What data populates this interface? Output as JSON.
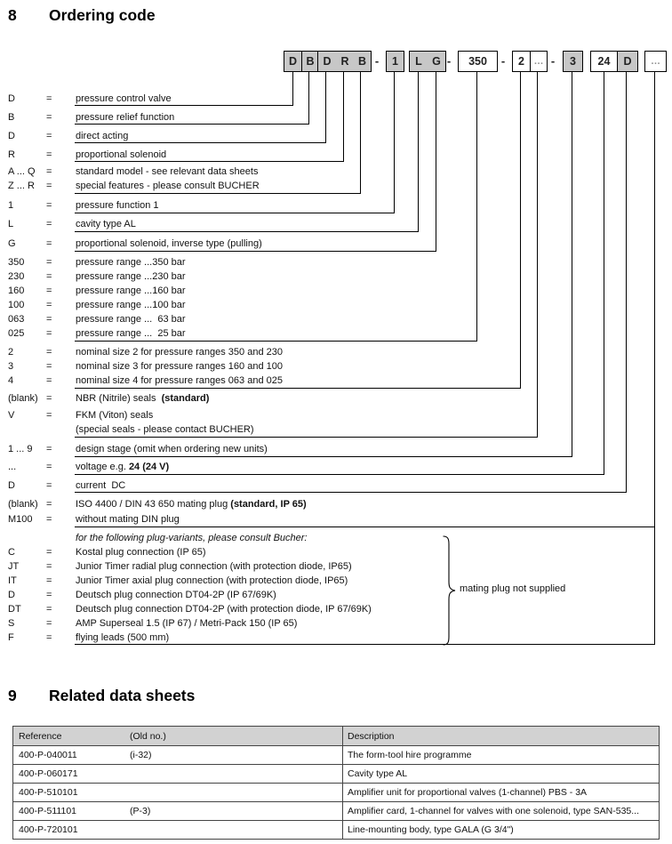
{
  "section8": {
    "number": "8",
    "title": "Ordering code"
  },
  "ordering_code": {
    "separator_char": "-",
    "boxes": [
      {
        "cells": [
          "D"
        ],
        "shaded": [
          true
        ]
      },
      {
        "cells": [
          "B"
        ],
        "shaded": [
          true
        ]
      },
      {
        "cells": [
          "D",
          "R",
          "B"
        ],
        "shaded": [
          true,
          true,
          true
        ]
      },
      {
        "cells": [
          "1"
        ],
        "shaded": [
          true
        ]
      },
      {
        "cells": [
          "L",
          "G"
        ],
        "shaded": [
          true,
          true
        ]
      },
      {
        "cells": [
          "350"
        ],
        "shaded": [
          false
        ]
      },
      {
        "cells": [
          "2",
          "…"
        ],
        "shaded": [
          false,
          false
        ]
      },
      {
        "cells": [
          "3"
        ],
        "shaded": [
          true
        ]
      },
      {
        "cells": [
          "24",
          "D"
        ],
        "shaded": [
          false,
          true
        ]
      },
      {
        "cells": [
          "…"
        ],
        "shaded": [
          false
        ]
      }
    ],
    "rows": [
      {
        "label": "D",
        "eq": "=",
        "parts": [
          {
            "text": "pressure control valve"
          }
        ]
      },
      {
        "label": "B",
        "eq": "=",
        "parts": [
          {
            "text": "pressure relief function"
          }
        ]
      },
      {
        "label": "D",
        "eq": "=",
        "parts": [
          {
            "text": "direct acting"
          }
        ]
      },
      {
        "label": "R",
        "eq": "=",
        "parts": [
          {
            "text": "proportional solenoid"
          }
        ]
      },
      {
        "label": "A ... Q",
        "eq": "=",
        "parts": [
          {
            "text": "standard model - see relevant data sheets"
          }
        ]
      },
      {
        "label": "Z ... R",
        "eq": "=",
        "parts": [
          {
            "text": "special features - please consult BUCHER"
          }
        ]
      },
      {
        "label": "1",
        "eq": "=",
        "parts": [
          {
            "text": "pressure function 1"
          }
        ]
      },
      {
        "label": "L",
        "eq": "=",
        "parts": [
          {
            "text": "cavity type AL"
          }
        ]
      },
      {
        "label": "G",
        "eq": "=",
        "parts": [
          {
            "text": "proportional solenoid, inverse type (pulling)"
          }
        ]
      },
      {
        "label": "350",
        "eq": "=",
        "parts": [
          {
            "text": "pressure range ...350 bar"
          }
        ]
      },
      {
        "label": "230",
        "eq": "=",
        "parts": [
          {
            "text": "pressure range ...230 bar"
          }
        ]
      },
      {
        "label": "160",
        "eq": "=",
        "parts": [
          {
            "text": "pressure range ...160 bar"
          }
        ]
      },
      {
        "label": "100",
        "eq": "=",
        "parts": [
          {
            "text": "pressure range ...100 bar"
          }
        ]
      },
      {
        "label": "063",
        "eq": "=",
        "parts": [
          {
            "text": "pressure range ...  63 bar"
          }
        ]
      },
      {
        "label": "025",
        "eq": "=",
        "parts": [
          {
            "text": "pressure range ...  25 bar"
          }
        ]
      },
      {
        "label": "2",
        "eq": "=",
        "parts": [
          {
            "text": "nominal size 2 for pressure ranges 350 and 230"
          }
        ]
      },
      {
        "label": "3",
        "eq": "=",
        "parts": [
          {
            "text": "nominal size 3 for pressure ranges 160 and 100"
          }
        ]
      },
      {
        "label": "4",
        "eq": "=",
        "parts": [
          {
            "text": "nominal size 4 for pressure ranges 063 and 025"
          }
        ]
      },
      {
        "label": "(blank)",
        "eq": "=",
        "parts": [
          {
            "text": "NBR (Nitrile) seals  "
          },
          {
            "text": "(standard)",
            "bold": true
          }
        ]
      },
      {
        "label": "V",
        "eq": "=",
        "parts": [
          {
            "text": "FKM (Viton) seals"
          }
        ]
      },
      {
        "label": "",
        "eq": "",
        "parts": [
          {
            "text": "(special seals - please contact BUCHER)"
          }
        ]
      },
      {
        "label": "1 ... 9",
        "eq": "=",
        "parts": [
          {
            "text": "design stage (omit when ordering new units)"
          }
        ]
      },
      {
        "label": "...",
        "eq": "=",
        "parts": [
          {
            "text": "voltage e.g. "
          },
          {
            "text": "24 (24 V)",
            "bold": true
          }
        ]
      },
      {
        "label": "D",
        "eq": "=",
        "parts": [
          {
            "text": "current  DC"
          }
        ]
      },
      {
        "label": "(blank)",
        "eq": "=",
        "parts": [
          {
            "text": "ISO 4400 / DIN 43 650 mating plug "
          },
          {
            "text": "(standard, IP 65)",
            "bold": true
          }
        ]
      },
      {
        "label": "M100",
        "eq": "=",
        "parts": [
          {
            "text": "without mating DIN plug"
          }
        ]
      },
      {
        "label": "",
        "eq": "",
        "italic": true,
        "parts": [
          {
            "text": "for the following plug-variants, please consult Bucher:"
          }
        ]
      },
      {
        "label": "C",
        "eq": "=",
        "parts": [
          {
            "text": "Kostal plug connection (IP 65)"
          }
        ]
      },
      {
        "label": "JT",
        "eq": "=",
        "parts": [
          {
            "text": "Junior Timer radial plug connection (with protection diode, IP65)"
          }
        ]
      },
      {
        "label": "IT",
        "eq": "=",
        "parts": [
          {
            "text": "Junior Timer axial plug connection (with protection diode, IP65)"
          }
        ]
      },
      {
        "label": "D",
        "eq": "=",
        "parts": [
          {
            "text": "Deutsch plug connection DT04-2P (IP 67/69K)"
          }
        ]
      },
      {
        "label": "DT",
        "eq": "=",
        "parts": [
          {
            "text": "Deutsch plug connection DT04-2P (with protection diode, IP 67/69K)"
          }
        ]
      },
      {
        "label": "S",
        "eq": "=",
        "parts": [
          {
            "text": "AMP Superseal 1.5 (IP 67) / Metri-Pack 150 (IP 65)"
          }
        ]
      },
      {
        "label": "F",
        "eq": "=",
        "parts": [
          {
            "text": "flying leads (500 mm)"
          }
        ]
      }
    ],
    "brace_note": "mating plug not supplied"
  },
  "section9": {
    "number": "9",
    "title": "Related data sheets"
  },
  "table": {
    "headers": [
      "Reference",
      "(Old no.)",
      "Description"
    ],
    "rows": [
      [
        "400-P-040011",
        "(i-32)",
        "The form-tool hire programme"
      ],
      [
        "400-P-060171",
        "",
        "Cavity type AL"
      ],
      [
        "400-P-510101",
        "",
        "Amplifier unit for proportional valves (1-channel) PBS - 3A"
      ],
      [
        "400-P-511101",
        "(P-3)",
        "Amplifier card, 1-channel for valves with one solenoid, type SAN-535..."
      ],
      [
        "400-P-720101",
        "",
        "Line-mounting body, type GALA (G 3/4\")"
      ]
    ]
  },
  "colors": {
    "shaded_box": "#c7c7c7",
    "table_header_bg": "#d2d2d2",
    "line": "#000000"
  }
}
